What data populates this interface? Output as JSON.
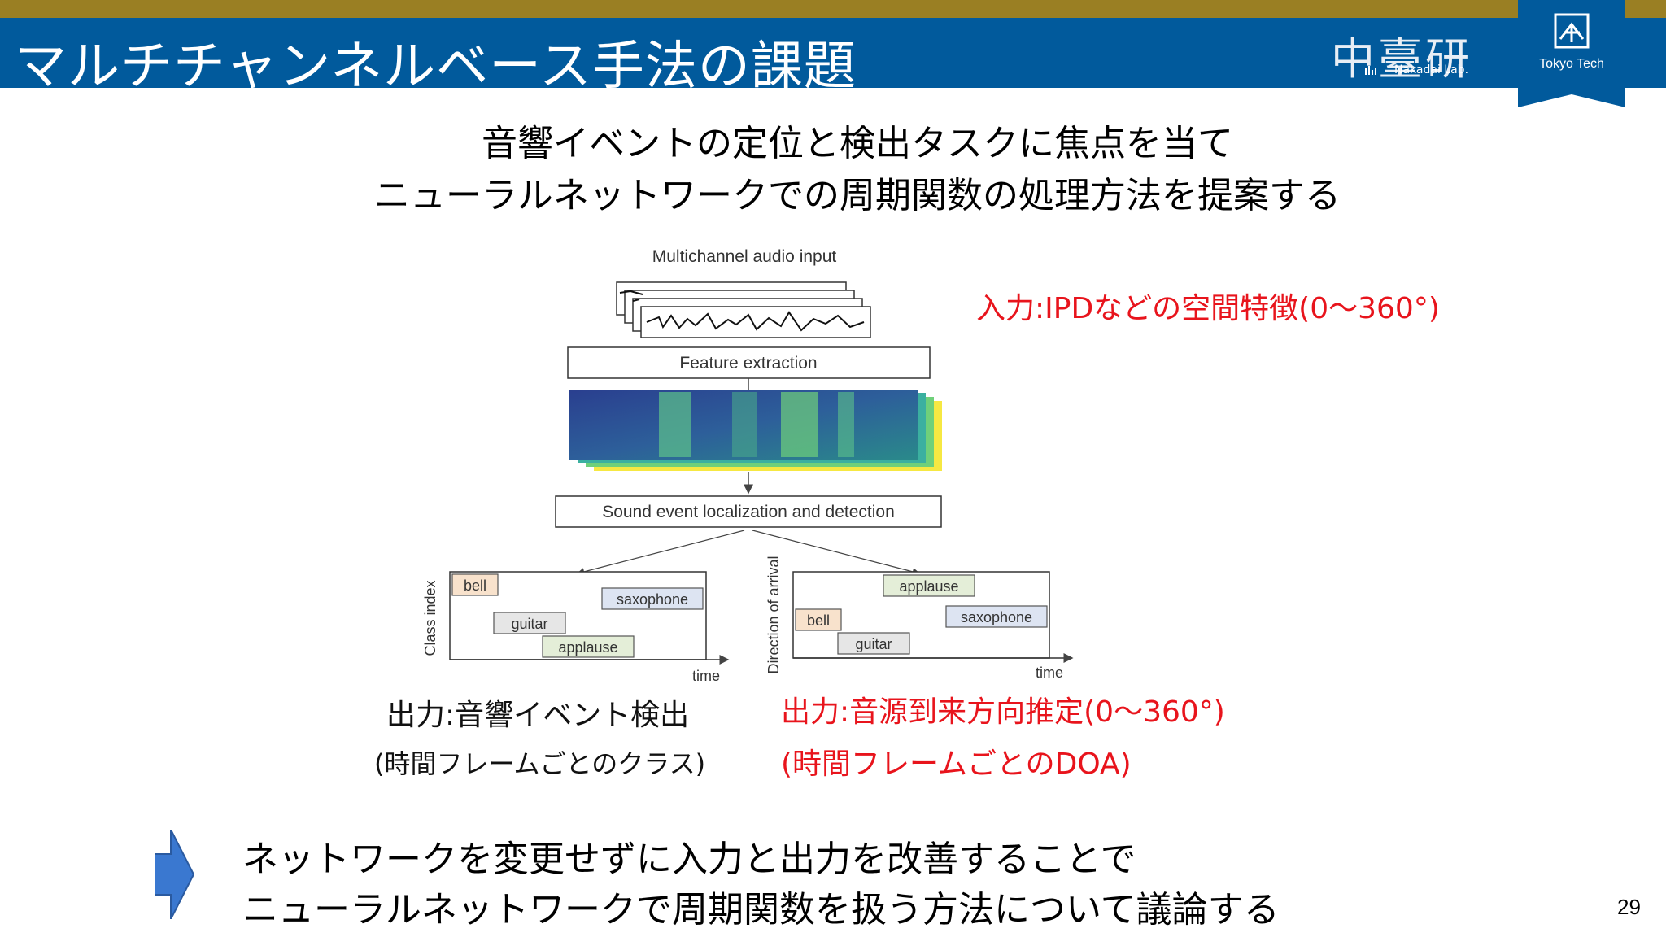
{
  "slide": {
    "title": "マルチチャンネルベース手法の課題",
    "page_number": "29"
  },
  "logo": {
    "lab_kanji": "中臺研",
    "lab_name": "Nakadai Lab.",
    "institution": "Tokyo Tech"
  },
  "subtitle": {
    "line1": "音響イベントの定位と検出タスクに焦点を当て",
    "line2": "ニューラルネットワークでの周期関数の処理方法を提案する"
  },
  "diagram": {
    "input_label": "Multichannel audio input",
    "feature_box": "Feature extraction",
    "seld_box": "Sound event localization and detection",
    "left_plot": {
      "ylabel": "Class index",
      "xlabel": "time",
      "events": [
        "bell",
        "saxophone",
        "guitar",
        "applause"
      ]
    },
    "right_plot": {
      "ylabel": "Direction of arrival",
      "xlabel": "time",
      "events": [
        "applause",
        "bell",
        "saxophone",
        "guitar"
      ]
    }
  },
  "annotations": {
    "input_note": "入力:IPDなどの空間特徴(0～360°)",
    "output_detection": "出力:音響イベント検出",
    "output_detection_sub": "(時間フレームごとのクラス)",
    "output_doa": "出力:音源到来方向推定(0～360°)",
    "output_doa_sub": "(時間フレームごとのDOA)"
  },
  "conclusion": {
    "line1": "ネットワークを変更せずに入力と出力を改善することで",
    "line2": "ニューラルネットワークで周期関数を扱う方法について議論する"
  },
  "colors": {
    "title_bar": "#015a9c",
    "gold_strip": "#9a7f23",
    "highlight_red": "#e8141c",
    "arrow_blue": "#3a78d0"
  },
  "icons": {
    "conclusion_arrow": "right-arrow-icon",
    "badge": "tokyo-tech-emblem-icon"
  }
}
